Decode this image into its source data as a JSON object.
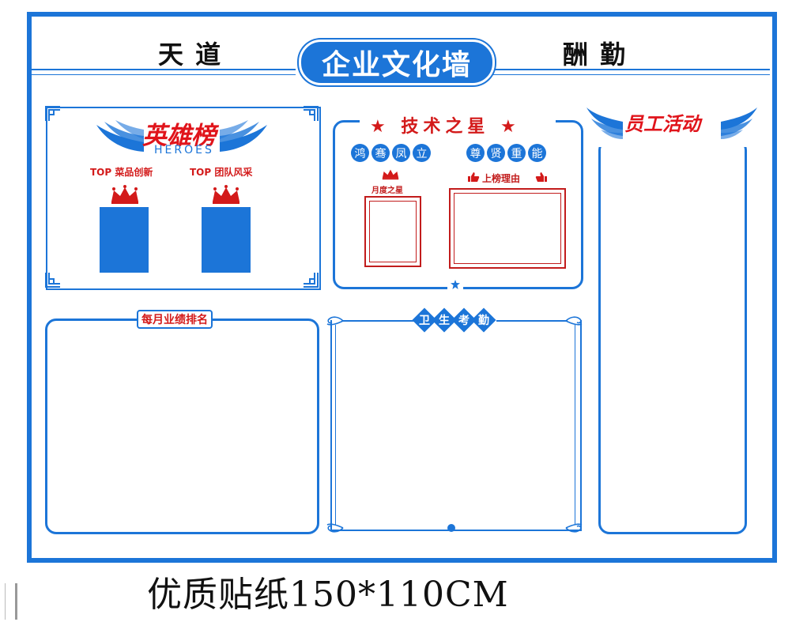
{
  "header": {
    "title": "企业文化墙",
    "motto_left": "天 道",
    "motto_right": "酬 勤"
  },
  "heroes_panel": {
    "title_cn": "英雄榜",
    "title_en": "HEROES",
    "columns": [
      {
        "label": "TOP 菜品创新"
      },
      {
        "label": "TOP 团队风采"
      }
    ]
  },
  "tech_star_panel": {
    "title": "★ 技术之星 ★",
    "slogan_left": [
      "鸿",
      "骞",
      "凤",
      "立"
    ],
    "slogan_right": [
      "尊",
      "贤",
      "重",
      "能"
    ],
    "monthly_star_label": "月度之星",
    "reason_label": "上榜理由"
  },
  "ranking_panel": {
    "title": "每月业绩排名"
  },
  "hygiene_panel": {
    "title": [
      "卫",
      "生",
      "考",
      "勤"
    ]
  },
  "activity_panel": {
    "title": "员工活动"
  },
  "caption": "优质贴纸150*110CM",
  "colors": {
    "primary_blue": "#1c75d8",
    "accent_red": "#e0141b",
    "frame_red": "#c21c1c"
  }
}
